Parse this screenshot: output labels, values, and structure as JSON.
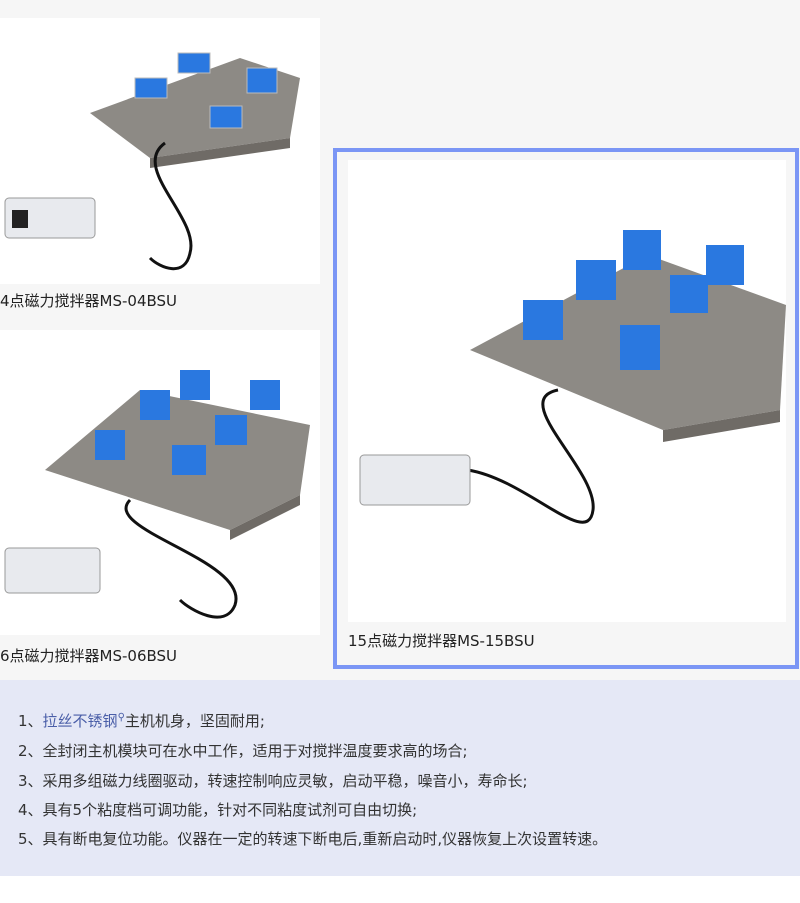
{
  "products": [
    {
      "caption": "4点磁力搅拌器MS-04BSU",
      "beakers": 4
    },
    {
      "caption": "6点磁力搅拌器MS-06BSU",
      "beakers": 6
    },
    {
      "caption": "15点磁力搅拌器MS-15BSU",
      "beakers": 6
    }
  ],
  "features": [
    {
      "num": "1、",
      "link": "拉丝不锈钢",
      "text": "主机机身，坚固耐用;"
    },
    {
      "num": "2、",
      "text": "全封闭主机模块可在水中工作，适用于对搅拌温度要求高的场合;"
    },
    {
      "num": "3、",
      "text": "采用多组磁力线圈驱动，转速控制响应灵敏，启动平稳，噪音小，寿命长;"
    },
    {
      "num": "4、",
      "text": "具有5个粘度档可调功能，针对不同粘度试剂可自由切换;"
    },
    {
      "num": "5、",
      "text": "具有断电复位功能。仪器在一定的转速下断电后,重新启动时,仪器恢复上次设置转速。"
    }
  ],
  "colors": {
    "accent": "#7b96f5",
    "feature_bg": "#e5e8f6",
    "link": "#4a5ea8"
  }
}
